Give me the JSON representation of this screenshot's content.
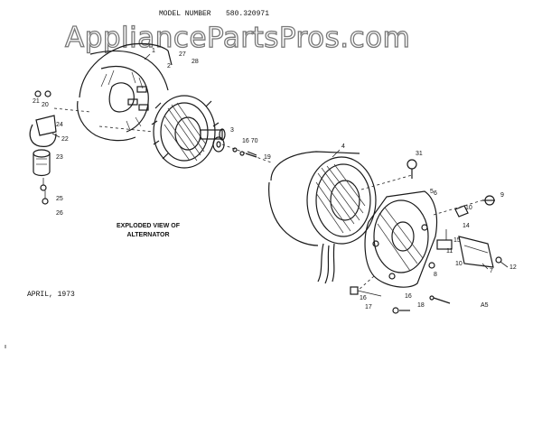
{
  "header": {
    "model_label": "MODEL NUMBER",
    "model_number": "580.320971"
  },
  "watermark": "AppliancePartsPros.com",
  "caption": {
    "line1": "EXPLODED VIEW OF",
    "line2": "ALTERNATOR"
  },
  "date": "APRIL, 1973",
  "corner_code": "A5",
  "callouts": {
    "c1": "1",
    "c2": "2",
    "c3": "3",
    "c4": "4",
    "c5": "5",
    "c6": "6",
    "c7": "7",
    "c8": "8",
    "c9": "9",
    "c10a": "10",
    "c10b": "10",
    "c11": "11",
    "c12": "12",
    "c14": "14",
    "c15": "15",
    "c16a": "16",
    "c16b": "16",
    "c17": "17",
    "c18": "18",
    "c19": "19",
    "c20": "20",
    "c21": "21",
    "c22": "22",
    "c23": "23",
    "c24": "24",
    "c25": "25",
    "c26": "26",
    "c27": "27",
    "c28": "28",
    "c31": "31",
    "c16_70": "16 70"
  },
  "colors": {
    "ink": "#1a1a1a",
    "watermark": "#777777",
    "background": "#ffffff"
  }
}
